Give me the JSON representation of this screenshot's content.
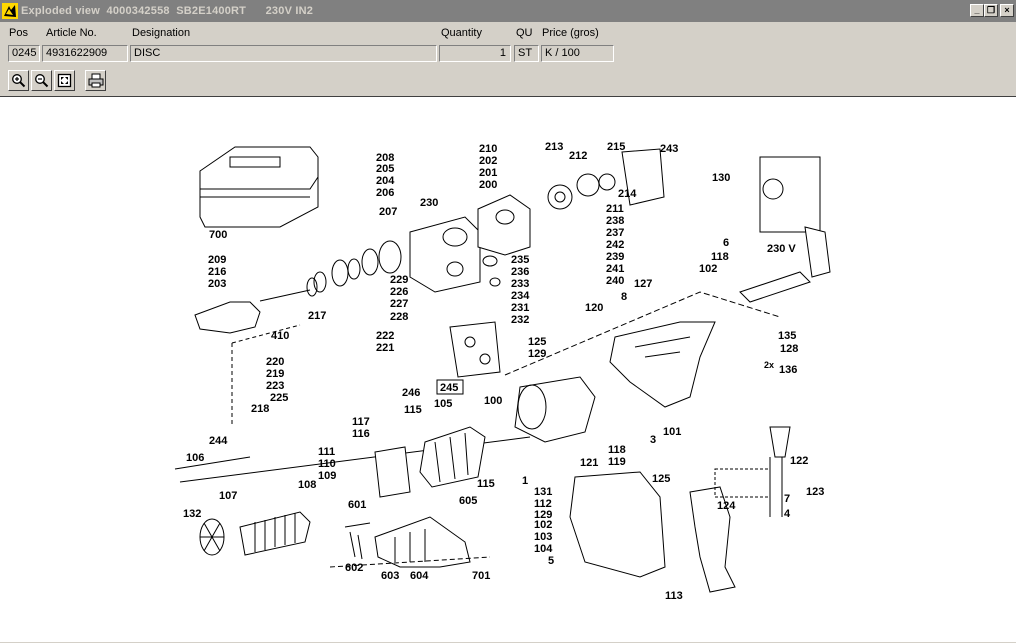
{
  "window": {
    "title": "Exploded view  4000342558  SB2E1400RT      230V IN2",
    "minimize_glyph": "_",
    "restore_glyph": "❐",
    "close_glyph": "×"
  },
  "columns": {
    "pos": "Pos",
    "article": "Article No.",
    "designation": "Designation",
    "quantity": "Quantity",
    "qu": "QU",
    "price": "Price (gros)"
  },
  "row": {
    "pos": "0245",
    "article": "4931622909",
    "designation": "DISC",
    "quantity": "1",
    "qu": "ST",
    "price": "K / 100"
  },
  "toolbar": {
    "zoom_in": "zoom-in-icon",
    "zoom_out": "zoom-out-icon",
    "fit": "fit-to-window-icon",
    "print": "printer-icon"
  },
  "diagram": {
    "voltage": "230 V",
    "multiplier": "2x",
    "selected_part": "245",
    "labels": [
      "208",
      "205",
      "204",
      "206",
      "207",
      "700",
      "230",
      "210",
      "202",
      "201",
      "200",
      "213",
      "212",
      "215",
      "243",
      "214",
      "211",
      "238",
      "237",
      "242",
      "239",
      "241",
      "240",
      "130",
      "6",
      "118",
      "102",
      "209",
      "216",
      "203",
      "229",
      "226",
      "227",
      "228",
      "235",
      "236",
      "233",
      "234",
      "231",
      "232",
      "127",
      "8",
      "217",
      "410",
      "222",
      "221",
      "120",
      "125",
      "129",
      "135",
      "128",
      "136",
      "220",
      "219",
      "223",
      "225",
      "246",
      "218",
      "244",
      "100",
      "115",
      "105",
      "117",
      "116",
      "118b",
      "3",
      "101",
      "119",
      "121",
      "122",
      "123",
      "106",
      "111",
      "110",
      "109",
      "108",
      "107",
      "601",
      "605",
      "115b",
      "1",
      "131",
      "112",
      "129b",
      "102b",
      "103",
      "104",
      "5",
      "125b",
      "124",
      "7",
      "4",
      "132",
      "602",
      "603",
      "604",
      "701",
      "113"
    ]
  }
}
